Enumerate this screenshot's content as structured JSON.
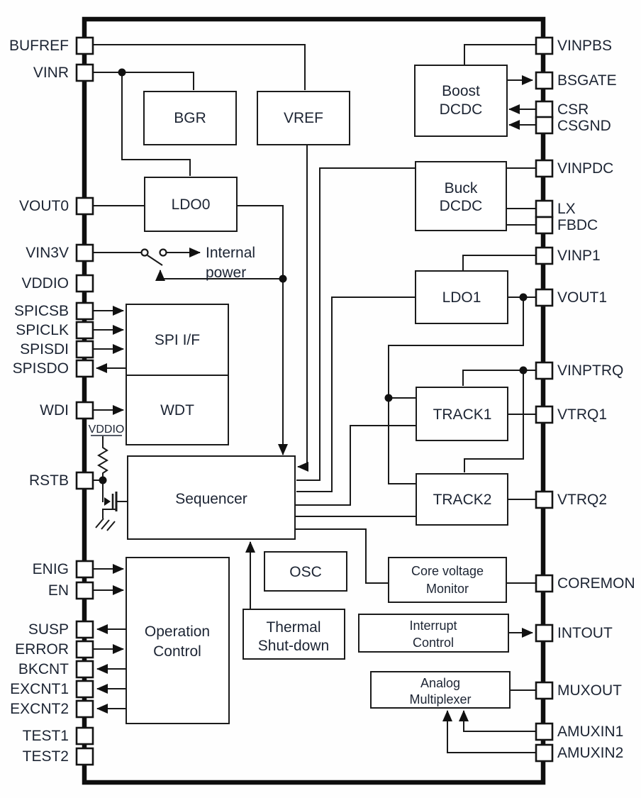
{
  "pins": {
    "left": [
      {
        "label": "BUFREF"
      },
      {
        "label": "VINR"
      },
      {
        "label": "VOUT0"
      },
      {
        "label": "VIN3V"
      },
      {
        "label": "VDDIO"
      },
      {
        "label": "SPICSB"
      },
      {
        "label": "SPICLK"
      },
      {
        "label": "SPISDI"
      },
      {
        "label": "SPISDO"
      },
      {
        "label": "WDI"
      },
      {
        "label": "RSTB"
      },
      {
        "label": "ENIG"
      },
      {
        "label": "EN"
      },
      {
        "label": "SUSP"
      },
      {
        "label": "ERROR"
      },
      {
        "label": "BKCNT"
      },
      {
        "label": "EXCNT1"
      },
      {
        "label": "EXCNT2"
      },
      {
        "label": "TEST1"
      },
      {
        "label": "TEST2"
      }
    ],
    "right": [
      {
        "label": "VINPBS"
      },
      {
        "label": "BSGATE"
      },
      {
        "label": "CSR"
      },
      {
        "label": "CSGND"
      },
      {
        "label": "VINPDC"
      },
      {
        "label": "LX"
      },
      {
        "label": "FBDC"
      },
      {
        "label": "VINP1"
      },
      {
        "label": "VOUT1"
      },
      {
        "label": "VINPTRQ"
      },
      {
        "label": "VTRQ1"
      },
      {
        "label": "VTRQ2"
      },
      {
        "label": "COREMON"
      },
      {
        "label": "INTOUT"
      },
      {
        "label": "MUXOUT"
      },
      {
        "label": "AMUXIN1"
      },
      {
        "label": "AMUXIN2"
      }
    ]
  },
  "blocks": {
    "bgr": {
      "label": "BGR"
    },
    "vref": {
      "label": "VREF"
    },
    "ldo0": {
      "label": "LDO0"
    },
    "boost": {
      "line1": "Boost",
      "line2": "DCDC"
    },
    "buck": {
      "line1": "Buck",
      "line2": "DCDC"
    },
    "ldo1": {
      "label": "LDO1"
    },
    "spi": {
      "label": "SPI I/F"
    },
    "wdt": {
      "label": "WDT"
    },
    "sequencer": {
      "label": "Sequencer"
    },
    "track1": {
      "label": "TRACK1"
    },
    "track2": {
      "label": "TRACK2"
    },
    "osc": {
      "label": "OSC"
    },
    "thermal": {
      "line1": "Thermal",
      "line2": "Shut-down"
    },
    "corevmon": {
      "line1": "Core voltage",
      "line2": "Monitor"
    },
    "intctl": {
      "line1": "Interrupt",
      "line2": "Control"
    },
    "opctl": {
      "line1": "Operation",
      "line2": "Control"
    },
    "amux": {
      "line1": "Analog",
      "line2": "Multiplexer"
    }
  },
  "annotations": {
    "internal_power_line1": "Internal",
    "internal_power_line2": "power",
    "vddio_net": "VDDIO"
  },
  "colors": {
    "line": "#191919",
    "text": "#1c2433",
    "background": "#fefefe"
  }
}
